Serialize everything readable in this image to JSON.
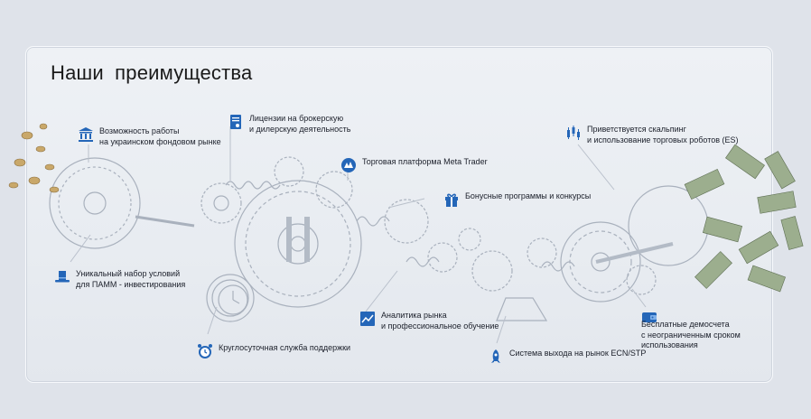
{
  "title": "Наши  преимущества",
  "colors": {
    "accent": "#2466b8",
    "line": "#aab3c0",
    "text": "#1b1f2a"
  },
  "features": [
    {
      "icon": "bank-icon",
      "lines": [
        "Возможность работы",
        "на украинском фондовом рынке"
      ]
    },
    {
      "icon": "license-document-icon",
      "lines": [
        "Лицензии на брокерскую",
        "и дилерскую деятельность"
      ]
    },
    {
      "icon": "meta-trader-icon",
      "lines": [
        "Торговая платформа Meta Trader"
      ]
    },
    {
      "icon": "gift-icon",
      "lines": [
        "Бонусные программы и конкурсы"
      ]
    },
    {
      "icon": "candlestick-chart-icon",
      "lines": [
        "Приветствуется скальпинг",
        "и использование торговых роботов (ES)"
      ]
    },
    {
      "icon": "top-hat-icon",
      "lines": [
        "Уникальный набор условий",
        "для ПАММ - инвестирования"
      ]
    },
    {
      "icon": "market-analytics-icon",
      "lines": [
        "Аналитика рынка",
        "и профессиональное обучение"
      ]
    },
    {
      "icon": "alarm-clock-icon",
      "lines": [
        "Круглосуточная служба поддержки"
      ]
    },
    {
      "icon": "rocket-icon",
      "lines": [
        "Система выхода на рынок ECN/STP"
      ]
    },
    {
      "icon": "wallet-icon",
      "lines": [
        "Бесплатные демосчета",
        "с неограниченным сроком",
        "использования"
      ]
    }
  ]
}
